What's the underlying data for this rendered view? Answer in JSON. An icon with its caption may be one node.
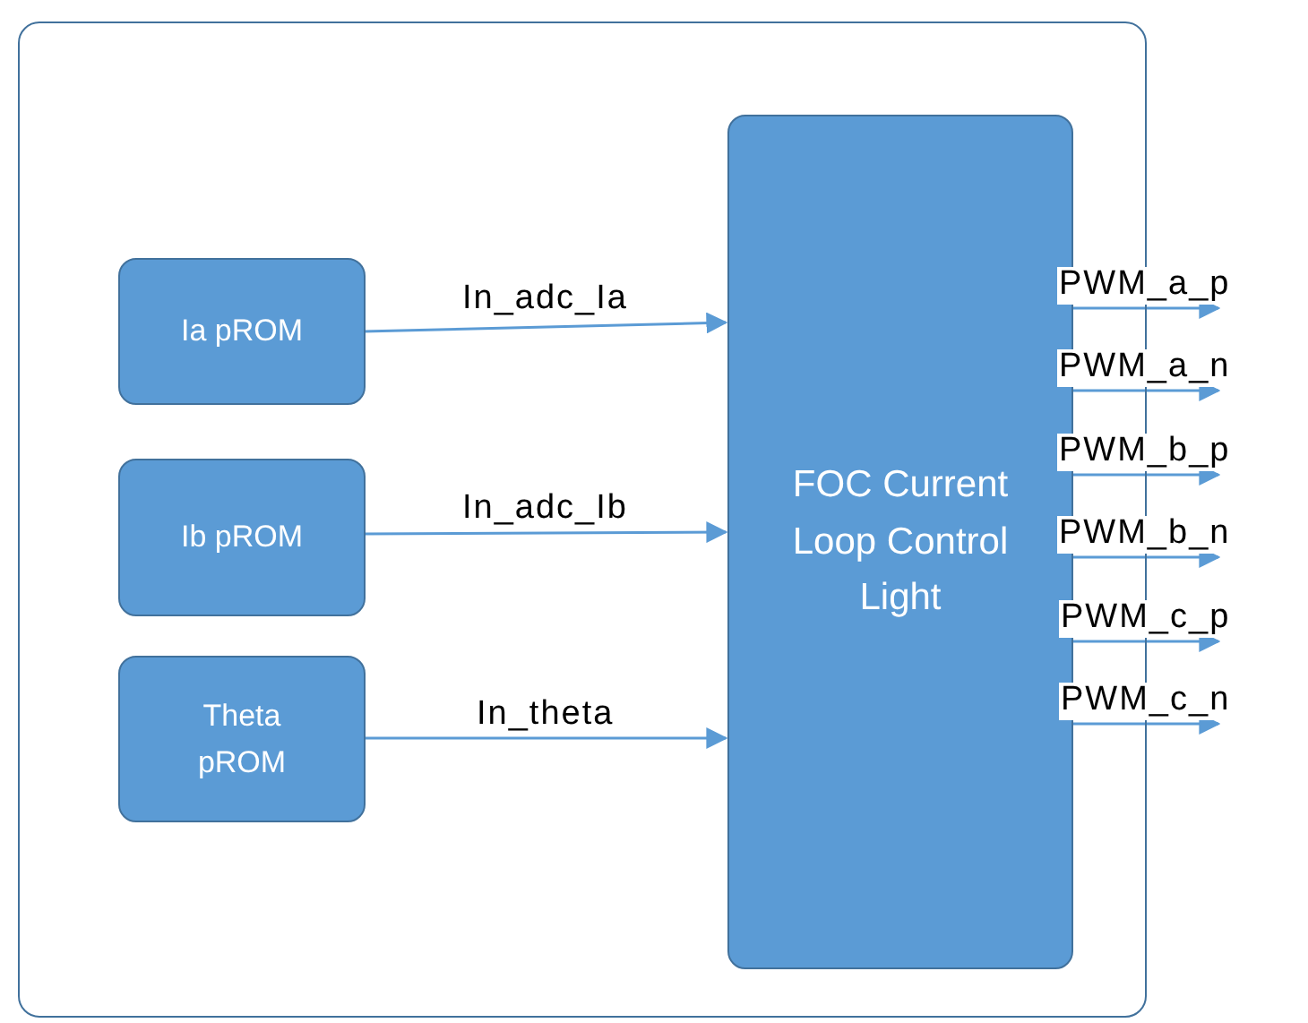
{
  "diagram": {
    "nodes": [
      {
        "text": [],
        "shape": "box"
      },
      {
        "text": [
          "Ia pROM"
        ],
        "in": 0
      },
      {
        "text": [
          "Ib pROM"
        ],
        "in": 0
      },
      {
        "text": [
          "Theta pROM"
        ],
        "in": 0
      },
      {
        "text": [
          "FOC Current Loop Control Light"
        ],
        "in": 0
      }
    ],
    "edges": [
      {
        "from": 1,
        "to": 4,
        "arrow": "to",
        "label": "In_adc_Ia"
      },
      {
        "from": 2,
        "to": 4,
        "arrow": "to",
        "label": "In_adc_Ib"
      },
      {
        "from": 3,
        "to": 4,
        "arrow": "to",
        "label": "In_theta"
      },
      {
        "from": 4,
        "to": null,
        "arrow": "to",
        "label": "PWM_a_p"
      },
      {
        "from": 4,
        "to": null,
        "arrow": "to",
        "label": "PWM_a_n"
      },
      {
        "from": 4,
        "to": null,
        "arrow": "to",
        "label": "PWM_b_p"
      },
      {
        "from": 4,
        "to": null,
        "arrow": "to",
        "label": "PWM_b_n"
      },
      {
        "from": 4,
        "to": null,
        "arrow": "to",
        "label": "PWM_c_p"
      },
      {
        "from": 4,
        "to": null,
        "arrow": "to",
        "label": "PWM_c_n"
      }
    ]
  }
}
